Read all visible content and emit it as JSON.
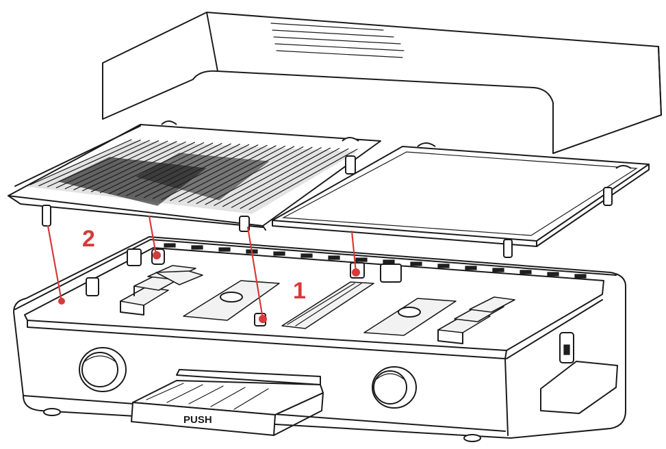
{
  "labels": {
    "callout_1": "1",
    "callout_2": "2",
    "drawer_text": "PUSH"
  },
  "colors": {
    "callout": "#d63a3a",
    "line": "#1a1a1a",
    "background": "#ffffff"
  },
  "icons": {
    "knob_left": "control-knob-icon",
    "knob_right": "control-knob-icon",
    "switch": "toggle-switch-icon"
  }
}
